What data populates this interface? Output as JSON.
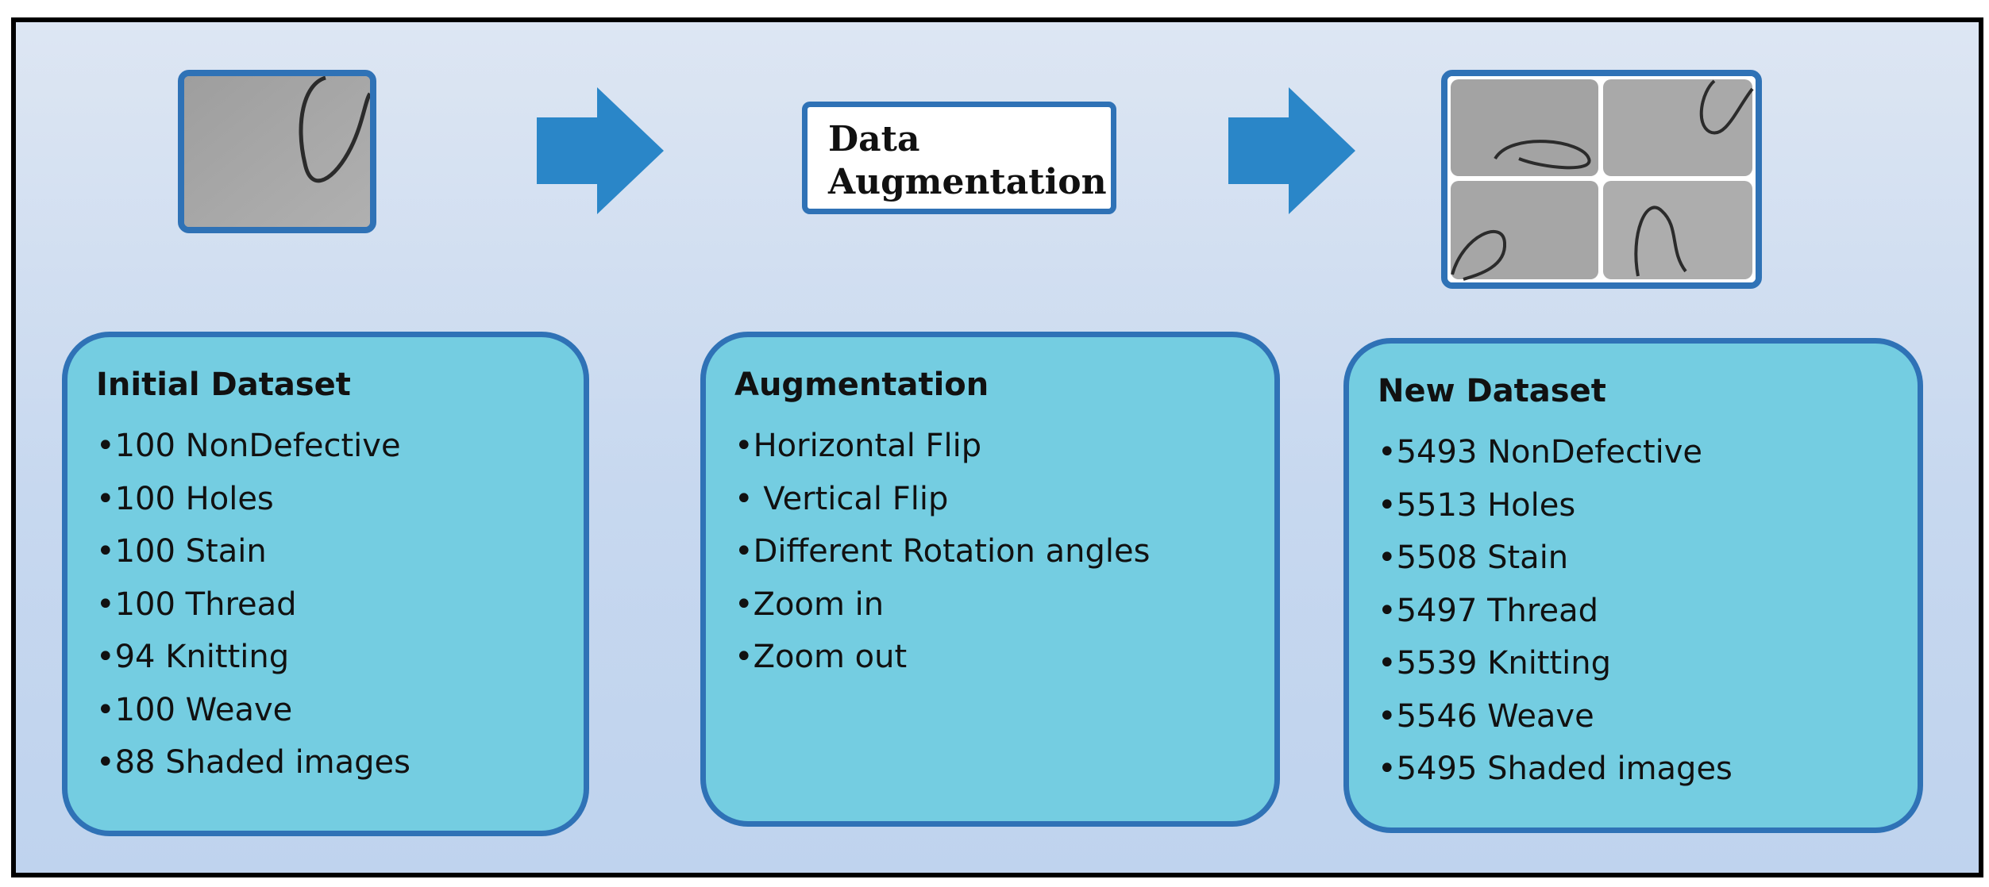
{
  "process_label": [
    "Data",
    "Augmentation"
  ],
  "initial_dataset": {
    "title": "Initial Dataset",
    "items": [
      "•100 NonDefective",
      "•100 Holes",
      "•100 Stain",
      "•100 Thread",
      "•94 Knitting",
      "•100 Weave",
      "•88 Shaded images"
    ]
  },
  "augmentation": {
    "title": "Augmentation",
    "items": [
      "•Horizontal Flip",
      "• Vertical Flip",
      "•Different Rotation angles",
      "•Zoom in",
      "•Zoom out"
    ]
  },
  "new_dataset": {
    "title": "New Dataset",
    "items": [
      "•5493 NonDefective",
      "•5513 Holes",
      "•5508 Stain",
      "•5497 Thread",
      "•5539 Knitting",
      "•5546 Weave",
      "•5495 Shaded images"
    ]
  },
  "colors": {
    "accent_blue": "#2f72b6",
    "arrow_blue": "#2a86c8",
    "box_fill": "#74cde1",
    "fabric_gray": "#a6a6a6"
  }
}
